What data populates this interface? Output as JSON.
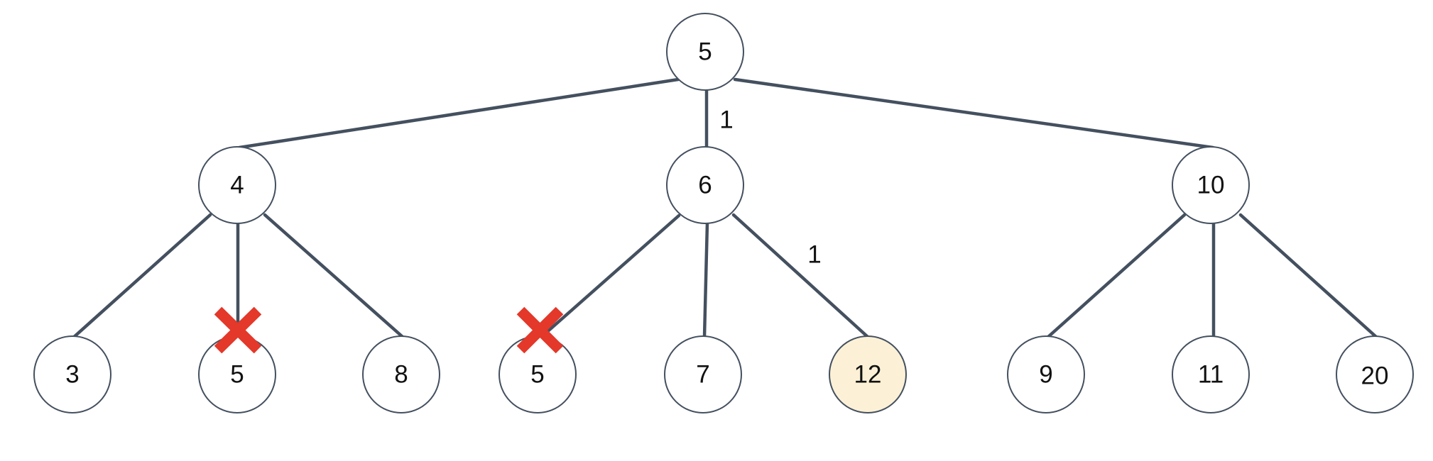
{
  "diagram": {
    "type": "tree",
    "root": {
      "label": "5",
      "children": [
        {
          "label": "4",
          "edge_label": "",
          "children": [
            {
              "label": "3",
              "edge_label": "",
              "crossed": false,
              "highlighted": false
            },
            {
              "label": "5",
              "edge_label": "",
              "crossed": true,
              "highlighted": false
            },
            {
              "label": "8",
              "edge_label": "",
              "crossed": false,
              "highlighted": false
            }
          ]
        },
        {
          "label": "6",
          "edge_label": "1",
          "children": [
            {
              "label": "5",
              "edge_label": "",
              "crossed": true,
              "highlighted": false
            },
            {
              "label": "7",
              "edge_label": "",
              "crossed": false,
              "highlighted": false
            },
            {
              "label": "12",
              "edge_label": "1",
              "crossed": false,
              "highlighted": true
            }
          ]
        },
        {
          "label": "10",
          "edge_label": "",
          "children": [
            {
              "label": "9",
              "edge_label": "",
              "crossed": false,
              "highlighted": false
            },
            {
              "label": "11",
              "edge_label": "",
              "crossed": false,
              "highlighted": false
            },
            {
              "label": "20",
              "edge_label": "",
              "crossed": false,
              "highlighted": false
            }
          ]
        }
      ]
    },
    "colors": {
      "edge": "#44505f",
      "node_border": "#44505f",
      "highlight_fill": "#fcf1d6",
      "cross": "#e3382a"
    }
  }
}
